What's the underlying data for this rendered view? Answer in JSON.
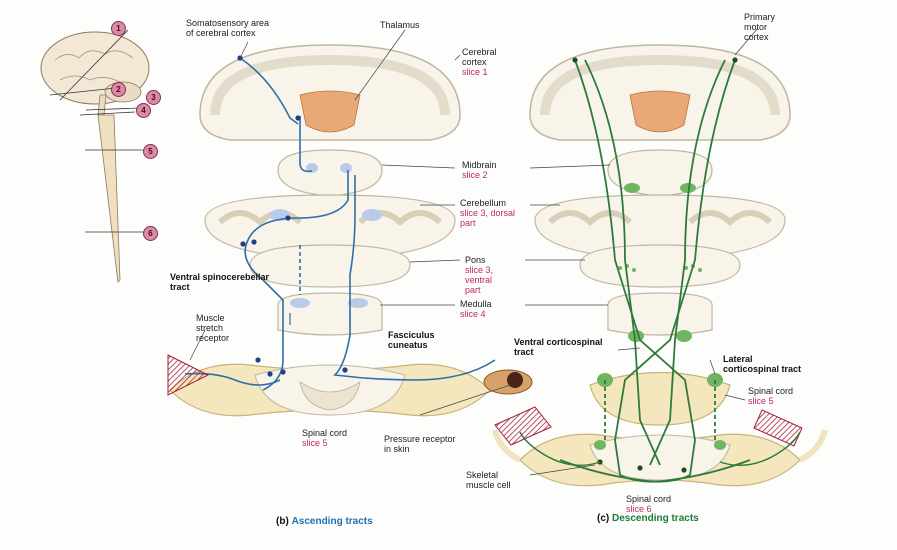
{
  "level_markers": [
    "1",
    "2",
    "3",
    "4",
    "5",
    "6"
  ],
  "ascending": {
    "somatosensory": "Somatosensory area of cerebral cortex",
    "thalamus": "Thalamus",
    "cerebral_cortex": "Cerebral cortex",
    "cerebral_cortex_slice": "slice 1",
    "midbrain": "Midbrain",
    "midbrain_slice": "slice 2",
    "cerebellum": "Cerebellum",
    "cerebellum_slice": "slice 3, dorsal part",
    "pons": "Pons",
    "pons_slice": "slice 3, ventral part",
    "medulla": "Medulla",
    "medulla_slice": "slice 4",
    "ventral_spinocerebellar": "Ventral spinocerebellar tract",
    "muscle_stretch": "Muscle stretch receptor",
    "fasciculus": "Fasciculus cuneatus",
    "spinal_cord": "Spinal cord",
    "spinal_cord_slice": "slice 5",
    "pressure_receptor": "Pressure receptor in skin",
    "caption_part": "(b)",
    "caption_title": "Ascending tracts"
  },
  "descending": {
    "primary_motor": "Primary motor cortex",
    "ventral_corticospinal": "Ventral corticospinal tract",
    "lateral_corticospinal": "Lateral corticospinal tract",
    "spinal_cord5": "Spinal cord",
    "spinal_cord5_slice": "slice 5",
    "skeletal_muscle": "Skeletal muscle cell",
    "spinal_cord6": "Spinal cord",
    "spinal_cord6_slice": "slice 6",
    "caption_part": "(c)",
    "caption_title": "Descending tracts"
  },
  "colors": {
    "ascending_tract": "#2e6fa8",
    "descending_tract": "#2f7a3c",
    "thalamus": "#e8a877",
    "slice_label": "#c0276a",
    "neural_tissue": "#f6ebc6"
  }
}
